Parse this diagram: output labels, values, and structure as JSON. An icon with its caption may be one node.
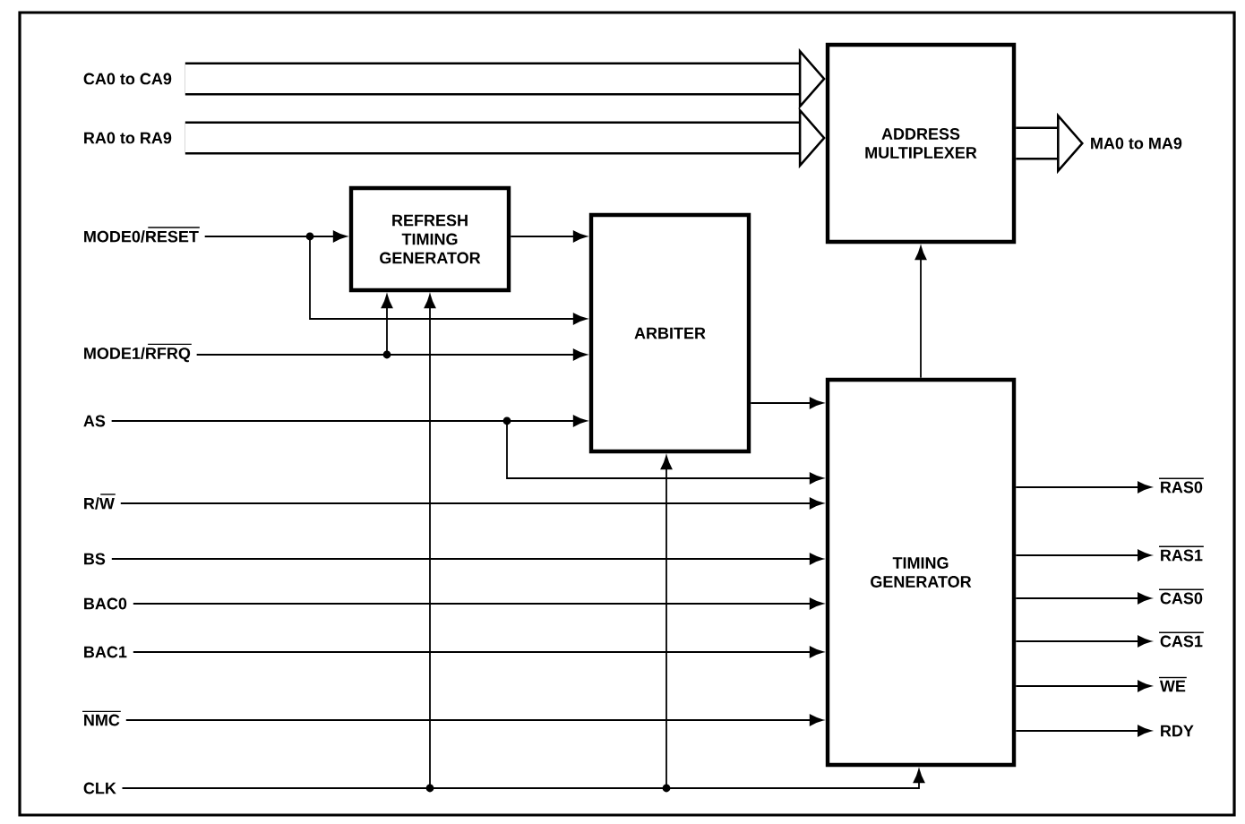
{
  "diagram": {
    "nodes": [
      {
        "text": [
          "CA0 to CA9"
        ]
      },
      {
        "text": [
          "RA0 to RA9"
        ]
      },
      {
        "text": [
          "MODE0/RESET"
        ]
      },
      {
        "text": [
          "MODE1/RFRQ"
        ]
      },
      {
        "text": [
          "AS"
        ]
      },
      {
        "text": [
          "R/W"
        ]
      },
      {
        "text": [
          "BS"
        ]
      },
      {
        "text": [
          "BAC0"
        ]
      },
      {
        "text": [
          "BAC1"
        ]
      },
      {
        "text": [
          "NMC"
        ]
      },
      {
        "text": [
          "CLK"
        ]
      },
      {
        "text": [
          "REFRESH TIMING GENERATOR"
        ]
      },
      {
        "text": [
          "ARBITER"
        ]
      },
      {
        "text": [
          "ADDRESS MULTIPLEXER"
        ]
      },
      {
        "text": [
          "TIMING GENERATOR"
        ]
      },
      {
        "text": [
          "MA0 to MA9"
        ]
      },
      {
        "text": [
          "RAS0"
        ]
      },
      {
        "text": [
          "RAS1"
        ]
      },
      {
        "text": [
          "CAS0"
        ]
      },
      {
        "text": [
          "CAS1"
        ]
      },
      {
        "text": [
          "WE"
        ]
      },
      {
        "text": [
          "RDY"
        ]
      }
    ],
    "edges": [
      {
        "from": 0,
        "to": 13,
        "arrow": "to",
        "style": "thick"
      },
      {
        "from": 1,
        "to": 13,
        "arrow": "to",
        "style": "thick"
      },
      {
        "from": 13,
        "to": 15,
        "arrow": "to",
        "style": "thick"
      },
      {
        "from": 2,
        "to": 11,
        "arrow": "to"
      },
      {
        "from": 2,
        "to": 12,
        "arrow": "to"
      },
      {
        "from": 3,
        "to": 12,
        "arrow": "to"
      },
      {
        "from": 3,
        "to": 11,
        "arrow": "to"
      },
      {
        "from": 11,
        "to": 12,
        "arrow": "to"
      },
      {
        "from": 12,
        "to": 14,
        "arrow": "to"
      },
      {
        "from": 4,
        "to": 12,
        "arrow": "to"
      },
      {
        "from": 4,
        "to": 14,
        "arrow": "to"
      },
      {
        "from": 5,
        "to": 14,
        "arrow": "to"
      },
      {
        "from": 6,
        "to": 14,
        "arrow": "to"
      },
      {
        "from": 7,
        "to": 14,
        "arrow": "to"
      },
      {
        "from": 8,
        "to": 14,
        "arrow": "to"
      },
      {
        "from": 9,
        "to": 14,
        "arrow": "to"
      },
      {
        "from": 10,
        "to": 11,
        "arrow": "to"
      },
      {
        "from": 10,
        "to": 12,
        "arrow": "to"
      },
      {
        "from": 10,
        "to": 14,
        "arrow": "to"
      },
      {
        "from": 14,
        "to": 13,
        "arrow": "to"
      },
      {
        "from": 14,
        "to": 16,
        "arrow": "to"
      },
      {
        "from": 14,
        "to": 17,
        "arrow": "to"
      },
      {
        "from": 14,
        "to": 18,
        "arrow": "to"
      },
      {
        "from": 14,
        "to": 19,
        "arrow": "to"
      },
      {
        "from": 14,
        "to": 20,
        "arrow": "to"
      },
      {
        "from": 14,
        "to": 21,
        "arrow": "to"
      }
    ]
  }
}
